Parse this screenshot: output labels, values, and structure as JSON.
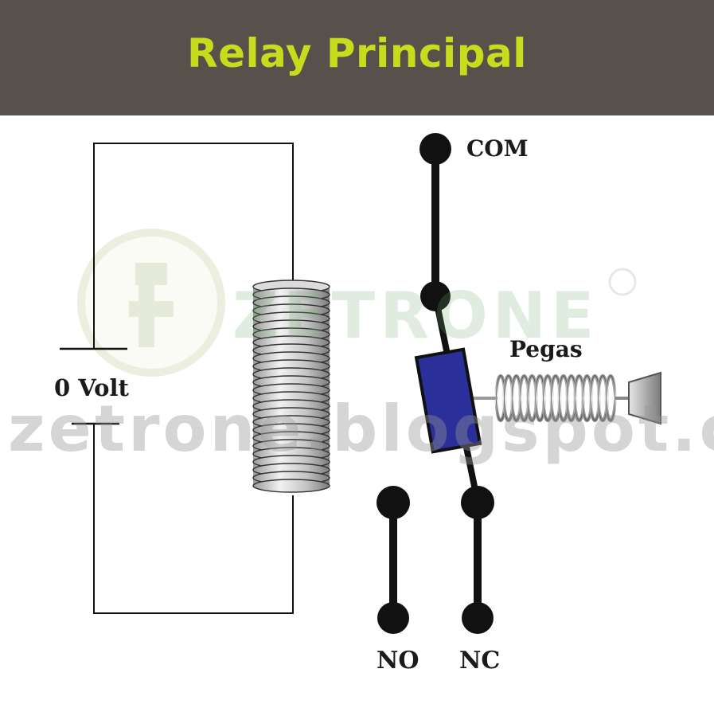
{
  "header": {
    "title": "Relay Principal"
  },
  "labels": {
    "com": "COM",
    "voltage": "0 Volt",
    "spring": "Pegas",
    "no": "NO",
    "nc": "NC"
  },
  "watermark": {
    "brand": "ZETRONE",
    "url": "zetrone.blogspot.com"
  },
  "colors": {
    "header_bg": "#58514b",
    "title": "#c8dc1e",
    "armature": "#2a2f9a",
    "wire": "#111111"
  }
}
